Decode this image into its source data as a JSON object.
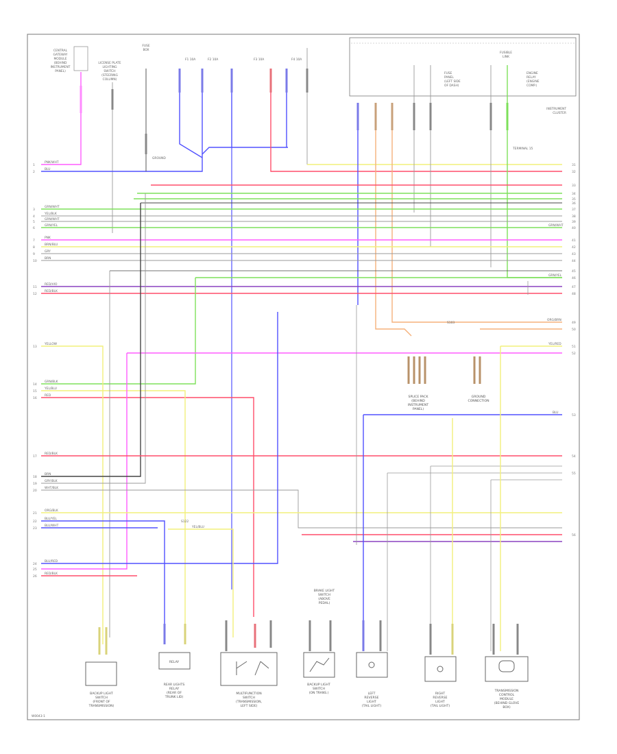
{
  "footer": {
    "code": "W0043-1"
  },
  "top_boxes": {
    "left_module_lines": [
      "CENTRAL",
      "GATEWAY",
      "MODULE",
      "(BEHIND",
      "INSTRUMENT",
      "PANEL)"
    ],
    "left_light_lines": [
      "LICENSE PLATE",
      "LIGHTING",
      "SWITCH",
      "(STEERING",
      "COLUMN)"
    ],
    "fuse_label": [
      "FUSE",
      "BOX"
    ],
    "fuses": [
      "F1 10A",
      "F2 10A",
      "F3 10A",
      "F4 10A"
    ],
    "fuse_block_lines": [
      "FUSE",
      "PANEL",
      "(LEFT SIDE",
      "OF DASH)"
    ],
    "fuse_link_lines": [
      "FUSIBLE",
      "LINK"
    ],
    "relay_lines": [
      "ENGINE",
      "RELAY",
      "(ENGINE",
      "COMP.)"
    ],
    "instrument_cluster": [
      "INSTRUMENT",
      "CLUSTER"
    ],
    "terminal_15": "TERMINAL 15",
    "ground_id": "GROUND"
  },
  "left_pins": [
    "1",
    "2",
    "3",
    "4",
    "5",
    "6",
    "7",
    "8",
    "9",
    "10",
    "11",
    "12",
    "13",
    "14",
    "15",
    "16",
    "17",
    "18",
    "19",
    "20",
    "21",
    "22",
    "23",
    "24",
    "25",
    "26"
  ],
  "right_pins": [
    "31",
    "32",
    "33",
    "34",
    "35",
    "36",
    "37",
    "38",
    "39",
    "40",
    "41",
    "42",
    "43",
    "44",
    "45",
    "46",
    "47",
    "48",
    "49",
    "50",
    "51",
    "52",
    "53",
    "54",
    "55",
    "56"
  ],
  "wire_labels": {
    "pink_top": "PNK/WHT",
    "blu_top": "BLU",
    "grn_1": "GRN/WHT",
    "yel_1": "YEL/BLK",
    "grn_2": "GRN/WHT",
    "grn_3": "GRN/YEL",
    "pnk_2": "PNK",
    "brn": "BRN/BLU",
    "gry": "GRY",
    "brn2": "BRN",
    "red_vio": "RED/VIO",
    "red_blk": "RED/BLK",
    "yel_mid": "YELLOW",
    "grn_mid": "GRN/BLK",
    "yel_mid2": "YEL/BLU",
    "red_mid": "RED",
    "red_low": "RED/BLK",
    "brn_low": "BRN",
    "gry_low": "GRY/BLK",
    "wht_low": "WHT/BLK",
    "org_low": "ORG/BLK",
    "blu_low1": "BLU/YEL",
    "blu_low2": "BLU/WHT",
    "blu_low3": "BLU/RED",
    "red_bot": "RED/BLK",
    "blu_right": "BLU",
    "grn_right": "GRN/YEL",
    "org_right": "ORG/BRN",
    "yel_right": "YEL/RED",
    "splice": "S122",
    "splice2": "S103",
    "yel_center": "YEL/BLU",
    "grn_wht_right": "GRN/WHT"
  },
  "components": {
    "c1": [
      "BACKUP LIGHT",
      "SWITCH",
      "(FRONT OF",
      "TRANSMISSION)"
    ],
    "c2": [
      "REAR LIGHTS",
      "RELAY",
      "(REAR OF",
      "TRUNK LID)"
    ],
    "c3": [
      "MULTIFUNCTION",
      "SWITCH",
      "(TRANSMISSION,",
      "LEFT SIDE)"
    ],
    "c4": [
      "BACKUP LIGHT",
      "SWITCH",
      "(ON TRANS.)"
    ],
    "c5": [
      "LEFT",
      "REVERSE",
      "LIGHT",
      "(TAIL LIGHT)"
    ],
    "c6": [
      "RIGHT",
      "REVERSE",
      "LIGHT",
      "(TAIL LIGHT)"
    ],
    "c7": [
      "TRANSMISSION",
      "CONTROL",
      "MODULE",
      "(BEHIND GLOVE",
      "BOX)"
    ],
    "c4_top": [
      "BRAKE LIGHT",
      "SWITCH",
      "(ABOVE",
      "PEDAL)"
    ],
    "splice_group_1": [
      "SPLICE PACK",
      "(BEHIND",
      "INSTRUMENT",
      "PANEL)"
    ],
    "splice_group_2": [
      "GROUND",
      "CONNECTION"
    ],
    "c2_text": "RELAY"
  },
  "colors": {
    "pink": "#ff5cff",
    "blue": "#5050ff",
    "red": "#ff4d6a",
    "green": "#7de05a",
    "yellow": "#f2f07a",
    "orange": "#f5b07a",
    "gray": "#999999",
    "dark": "#444444",
    "violet": "#8a40c0"
  }
}
